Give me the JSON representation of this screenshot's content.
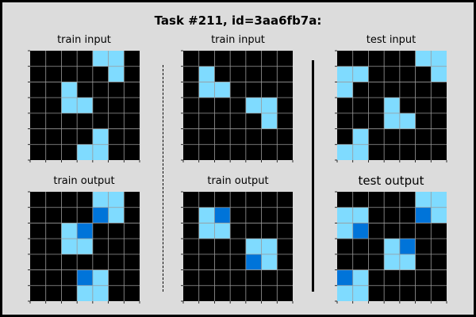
{
  "title": "Task #211, id=3aa6fb7a:",
  "colors": {
    "0": "#000000",
    "1": "#0074d9",
    "8": "#7fdbff",
    "gridline": "#9a9a9a",
    "background": "#dcdcdc"
  },
  "panels": [
    {
      "label": "train input",
      "grid": [
        [
          0,
          0,
          0,
          0,
          8,
          8,
          0
        ],
        [
          0,
          0,
          0,
          0,
          0,
          8,
          0
        ],
        [
          0,
          0,
          8,
          0,
          0,
          0,
          0
        ],
        [
          0,
          0,
          8,
          8,
          0,
          0,
          0
        ],
        [
          0,
          0,
          0,
          0,
          0,
          0,
          0
        ],
        [
          0,
          0,
          0,
          0,
          8,
          0,
          0
        ],
        [
          0,
          0,
          0,
          8,
          8,
          0,
          0
        ]
      ]
    },
    {
      "label": "train input",
      "grid": [
        [
          0,
          0,
          0,
          0,
          0,
          0,
          0
        ],
        [
          0,
          8,
          0,
          0,
          0,
          0,
          0
        ],
        [
          0,
          8,
          8,
          0,
          0,
          0,
          0
        ],
        [
          0,
          0,
          0,
          0,
          8,
          8,
          0
        ],
        [
          0,
          0,
          0,
          0,
          0,
          8,
          0
        ],
        [
          0,
          0,
          0,
          0,
          0,
          0,
          0
        ],
        [
          0,
          0,
          0,
          0,
          0,
          0,
          0
        ]
      ]
    },
    {
      "label": "test input",
      "grid": [
        [
          0,
          0,
          0,
          0,
          0,
          8,
          8
        ],
        [
          8,
          8,
          0,
          0,
          0,
          0,
          8
        ],
        [
          8,
          0,
          0,
          0,
          0,
          0,
          0
        ],
        [
          0,
          0,
          0,
          8,
          0,
          0,
          0
        ],
        [
          0,
          0,
          0,
          8,
          8,
          0,
          0
        ],
        [
          0,
          8,
          0,
          0,
          0,
          0,
          0
        ],
        [
          8,
          8,
          0,
          0,
          0,
          0,
          0
        ]
      ]
    },
    {
      "label": "train output",
      "grid": [
        [
          0,
          0,
          0,
          0,
          8,
          8,
          0
        ],
        [
          0,
          0,
          0,
          0,
          1,
          8,
          0
        ],
        [
          0,
          0,
          8,
          1,
          0,
          0,
          0
        ],
        [
          0,
          0,
          8,
          8,
          0,
          0,
          0
        ],
        [
          0,
          0,
          0,
          0,
          0,
          0,
          0
        ],
        [
          0,
          0,
          0,
          1,
          8,
          0,
          0
        ],
        [
          0,
          0,
          0,
          8,
          8,
          0,
          0
        ]
      ]
    },
    {
      "label": "train output",
      "grid": [
        [
          0,
          0,
          0,
          0,
          0,
          0,
          0
        ],
        [
          0,
          8,
          1,
          0,
          0,
          0,
          0
        ],
        [
          0,
          8,
          8,
          0,
          0,
          0,
          0
        ],
        [
          0,
          0,
          0,
          0,
          8,
          8,
          0
        ],
        [
          0,
          0,
          0,
          0,
          1,
          8,
          0
        ],
        [
          0,
          0,
          0,
          0,
          0,
          0,
          0
        ],
        [
          0,
          0,
          0,
          0,
          0,
          0,
          0
        ]
      ]
    },
    {
      "label": "test output",
      "grid": [
        [
          0,
          0,
          0,
          0,
          0,
          8,
          8
        ],
        [
          8,
          8,
          0,
          0,
          0,
          1,
          8
        ],
        [
          8,
          1,
          0,
          0,
          0,
          0,
          0
        ],
        [
          0,
          0,
          0,
          8,
          1,
          0,
          0
        ],
        [
          0,
          0,
          0,
          8,
          8,
          0,
          0
        ],
        [
          1,
          8,
          0,
          0,
          0,
          0,
          0
        ],
        [
          8,
          8,
          0,
          0,
          0,
          0,
          0
        ]
      ]
    }
  ]
}
